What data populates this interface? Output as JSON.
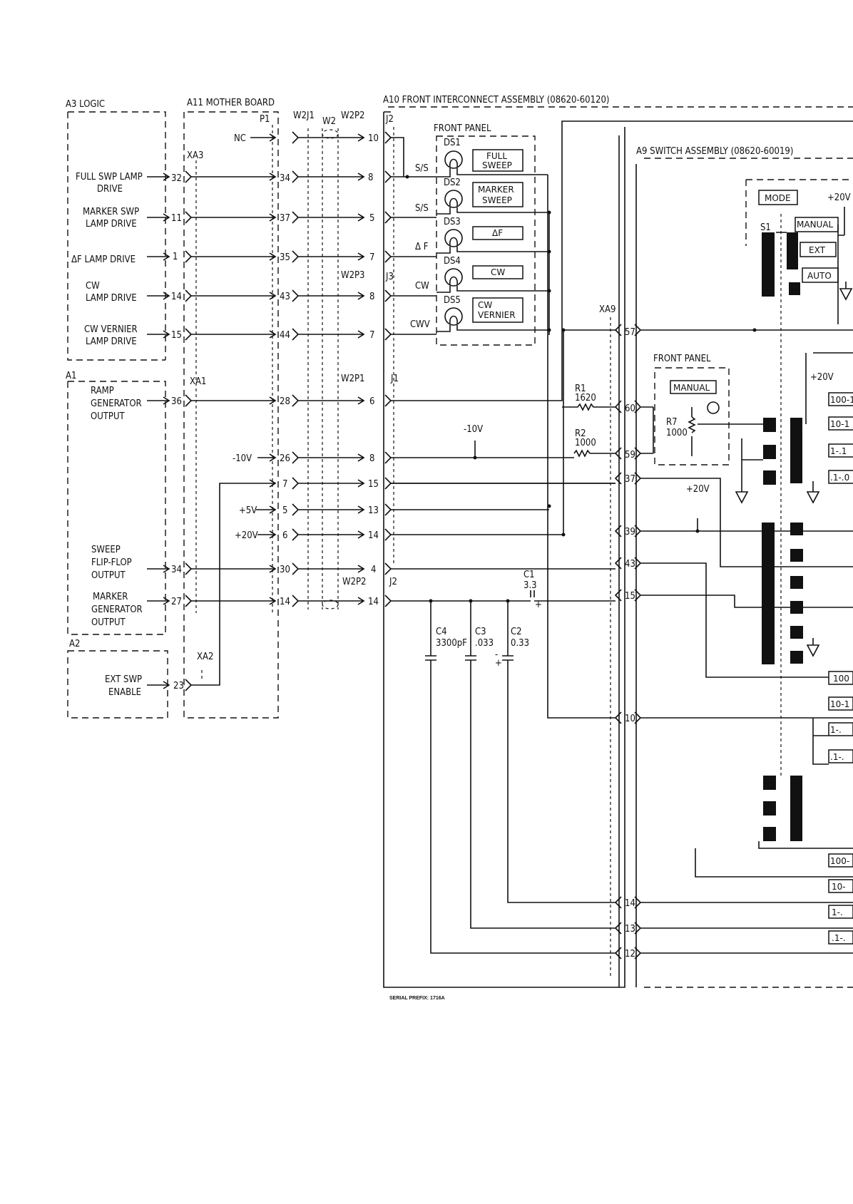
{
  "assemblies": {
    "a3": "A3 LOGIC",
    "a11": "A11 MOTHER BOARD",
    "a10": "A10 FRONT INTERCONNECT ASSEMBLY (08620-60120)",
    "a9": "A9 SWITCH ASSEMBLY (08620-60019)",
    "a1": "A1",
    "a2": "A2",
    "front_panel": "FRONT PANEL"
  },
  "connectors": {
    "p1": "P1",
    "xa3": "XA3",
    "xa1": "XA1",
    "xa2": "XA2",
    "xa9": "XA9",
    "w2j1": "W2J1",
    "w2": "W2",
    "w2p2": "W2P2",
    "w2p3": "W2P3",
    "w2p1": "W2P1",
    "j2": "J2",
    "j3": "J3",
    "j1": "J1",
    "nc": "NC"
  },
  "signals": {
    "full_swp_1": "FULL SWP LAMP",
    "full_swp_2": "DRIVE",
    "marker_swp_1": "MARKER SWP",
    "marker_swp_2": "LAMP DRIVE",
    "df_lamp": "ΔF LAMP DRIVE",
    "cw_1": "CW",
    "cw_2": "LAMP DRIVE",
    "cwv_1": "CW VERNIER",
    "cwv_2": "LAMP DRIVE",
    "ramp_1": "RAMP",
    "ramp_2": "GENERATOR",
    "ramp_3": "OUTPUT",
    "sweep_1": "SWEEP",
    "sweep_2": "FLIP-FLOP",
    "sweep_3": "OUTPUT",
    "marker_1": "MARKER",
    "marker_2": "GENERATOR",
    "marker_3": "OUTPUT",
    "ext_1": "EXT SWP",
    "ext_2": "ENABLE"
  },
  "pins": {
    "a3": [
      "32",
      "11",
      "1",
      "14",
      "15",
      "36",
      "34",
      "27",
      "23"
    ],
    "mb": [
      "34",
      "37",
      "35",
      "43",
      "44",
      "28",
      "26",
      "7",
      "5",
      "6",
      "30",
      "14"
    ],
    "j": [
      "10",
      "8",
      "5",
      "7",
      "8",
      "7",
      "6",
      "8",
      "15",
      "13",
      "14",
      "4",
      "14"
    ],
    "xa9": [
      "57",
      "60",
      "59",
      "37",
      "39",
      "43",
      "15",
      "10",
      "14",
      "13",
      "12"
    ]
  },
  "supplies": {
    "m10": "-10V",
    "p5": "+5V",
    "p20": "+20V"
  },
  "lamps": {
    "ds1": "DS1",
    "ds2": "DS2",
    "ds3": "DS3",
    "ds4": "DS4",
    "ds5": "DS5",
    "ss1": "S/S",
    "ss2": "S/S",
    "df": "Δ F",
    "cw": "CW",
    "cwv": "CWV",
    "l1a": "FULL",
    "l1b": "SWEEP",
    "l2a": "MARKER",
    "l2b": "SWEEP",
    "l3": "ΔF",
    "l4": "CW",
    "l5a": "CW",
    "l5b": "VERNIER"
  },
  "components": {
    "r1": "R1",
    "r1v": "1620",
    "r2": "R2",
    "r2v": "1000",
    "r7": "R7",
    "r7v": "1000",
    "c1": "C1",
    "c1v": "3.3",
    "c2": "C2",
    "c2v": "0.33",
    "c3": "C3",
    "c3v": ".033",
    "c4": "C4",
    "c4v": "3300pF",
    "m10v": "-10V",
    "p20v": "+20V"
  },
  "switch": {
    "mode": "MODE",
    "p20": "+20V",
    "s1": "S1",
    "manual": "MANUAL",
    "ext": "EXT",
    "auto": "AUTO",
    "fp_manual": "MANUAL",
    "p20b": "+20V",
    "r1": [
      "100-1",
      "10-1",
      "1-.1",
      ".1-.0"
    ],
    "r2": [
      "100",
      "10-1",
      "1-.",
      ".1-."
    ],
    "r3": [
      "100-",
      "10-",
      "1-.",
      ".1-."
    ]
  },
  "footer": "SERIAL PREFIX: 1716A"
}
